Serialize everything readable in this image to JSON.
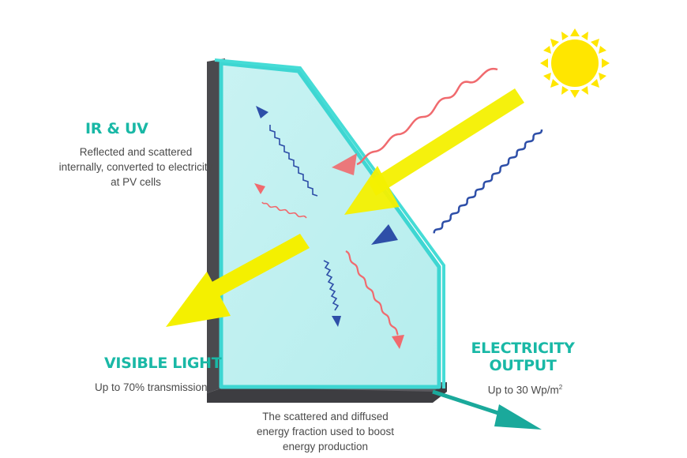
{
  "labels": {
    "ir_uv": {
      "title": "IR & UV",
      "description": "Reflected and scattered internally, converted to electricity at PV cells"
    },
    "visible_light": {
      "title": "VISIBLE LIGHT",
      "description": "Up to 70% transmission"
    },
    "electricity_output": {
      "title": "ELECTRICITY OUTPUT",
      "description": "Up to 30 Wp/m",
      "description_sup": "2"
    },
    "scattered_note": "The scattered and diffused energy fraction used to boost energy production"
  },
  "colors": {
    "teal_text": "#19b8a6",
    "glass_fill": "#c6f2f2",
    "glass_edge": "#3ed6d2",
    "frame": "#4a4a4e",
    "sun": "#ffe600",
    "visible_light_arrow": "#f4f000",
    "ir_wave": "#f06a6e",
    "uv_wave": "#2e4fa8",
    "output_arrow": "#1aa99b"
  },
  "icons": [
    "sun-icon"
  ]
}
